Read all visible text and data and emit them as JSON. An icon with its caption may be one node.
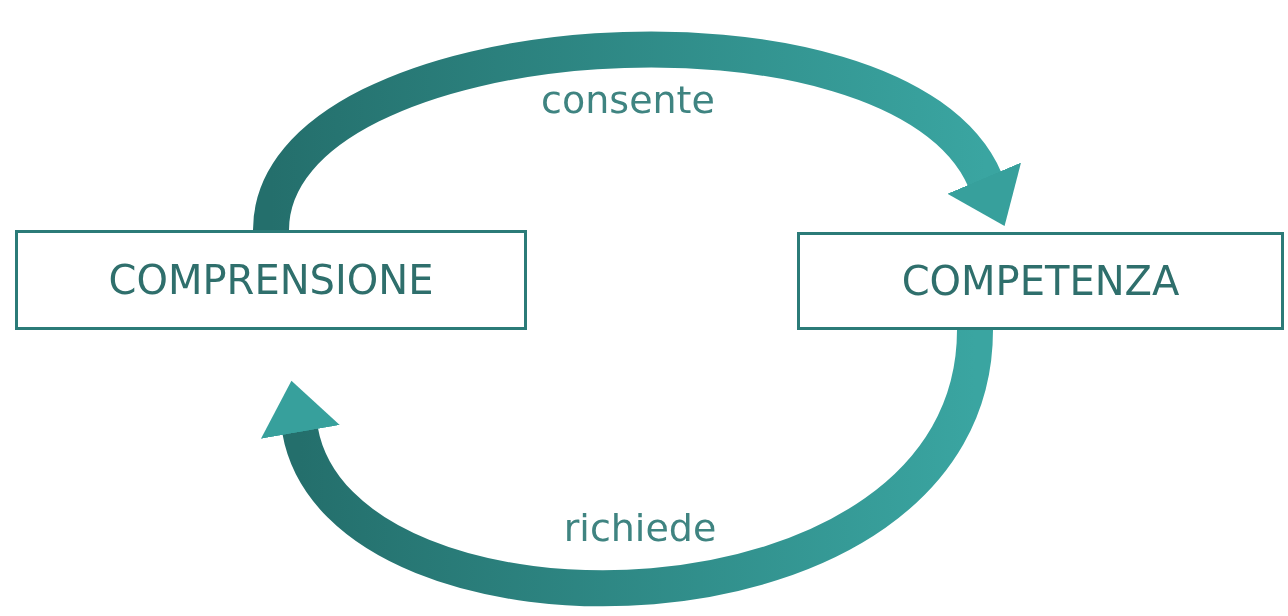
{
  "diagram": {
    "nodes": [
      {
        "text": [
          "COMPRENSIONE"
        ]
      },
      {
        "text": [
          "COMPETENZA"
        ]
      }
    ],
    "edges": [
      {
        "from": 0,
        "to": 1,
        "arrow": "to",
        "label": "consente"
      },
      {
        "from": 1,
        "to": 0,
        "arrow": "to",
        "label": "richiede"
      }
    ]
  }
}
